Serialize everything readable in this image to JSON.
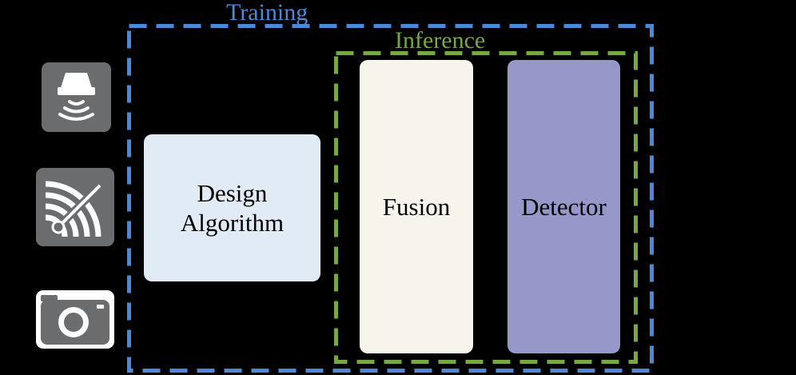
{
  "diagram": {
    "training": {
      "label": "Training",
      "color": "#4a8ad9"
    },
    "inference": {
      "label": "Inference",
      "color": "#77a843"
    },
    "boxes": {
      "design": {
        "line1": "Design",
        "line2": "Algorithm",
        "color": "#e1ebf5"
      },
      "fusion": {
        "label": "Fusion",
        "color": "#f7f4ec"
      },
      "detector": {
        "label": "Detector",
        "color": "#9698c9"
      }
    },
    "sensors": [
      {
        "icon": "ultrasound-sensor-icon"
      },
      {
        "icon": "radar-sensor-icon"
      },
      {
        "icon": "camera-sensor-icon"
      }
    ],
    "icon_color": "#6a6c6e"
  }
}
